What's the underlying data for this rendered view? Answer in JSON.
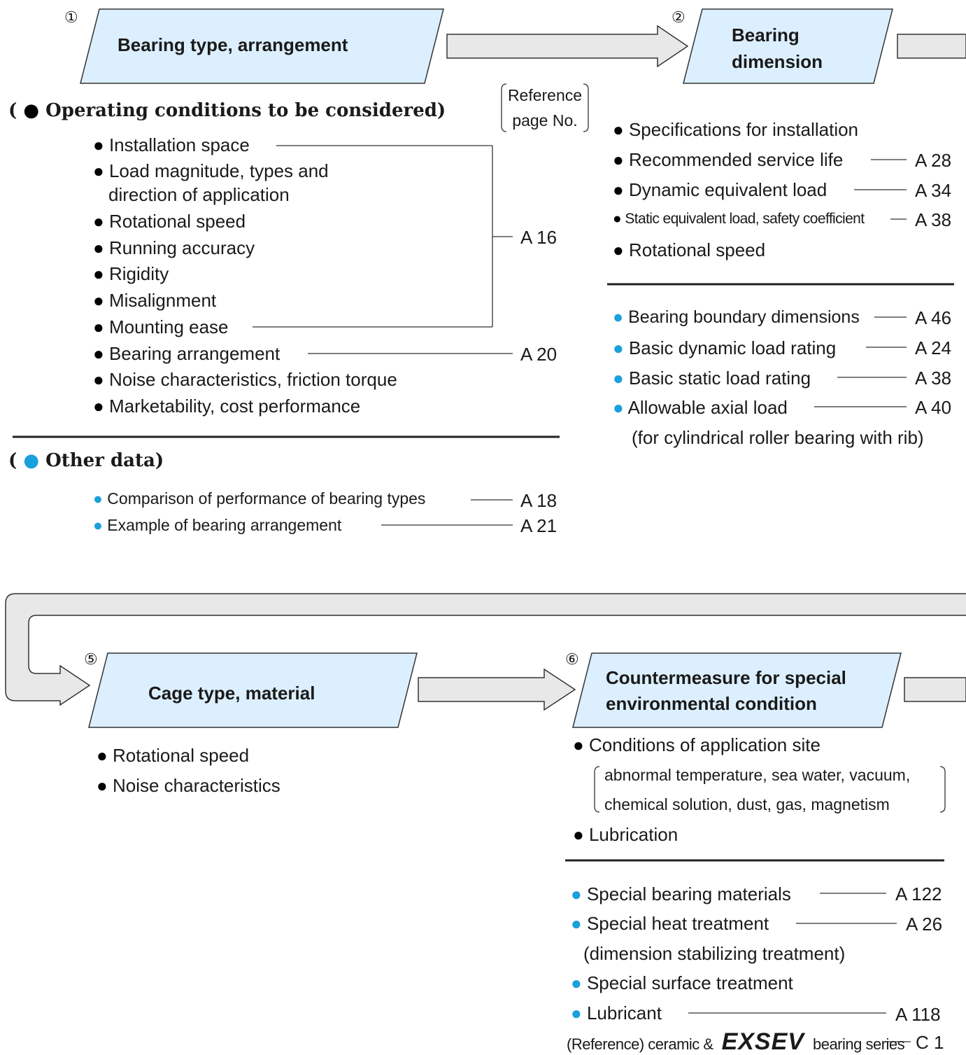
{
  "steps": {
    "s1": {
      "num": "①",
      "title": "Bearing type, arrangement"
    },
    "s2": {
      "num": "②",
      "title_line1": "Bearing",
      "title_line2": "dimension"
    },
    "s5": {
      "num": "⑤",
      "title": "Cage type, material"
    },
    "s6": {
      "num": "⑥",
      "title_line1": "Countermeasure for special",
      "title_line2": "environmental condition"
    }
  },
  "ref_label": {
    "line1": "Reference",
    "line2": "page No."
  },
  "left": {
    "operating_header": "Operating conditions to be considered",
    "operating_items": [
      "Installation space",
      "Load magnitude, types and",
      "direction of application",
      "Rotational speed",
      "Running accuracy",
      "Rigidity",
      "Misalignment",
      "Mounting ease",
      "Bearing arrangement",
      "Noise characteristics, friction torque",
      "Marketability, cost performance"
    ],
    "ref_a16": "A 16",
    "ref_a20": "A 20",
    "other_header": "Other data",
    "other_items": [
      "Comparison of performance of bearing types",
      "Example of bearing arrangement"
    ],
    "other_refs": [
      "A 18",
      "A 21"
    ]
  },
  "right_top": {
    "items": [
      "Specifications for installation",
      "Recommended service life",
      "Dynamic equivalent load",
      "Static equivalent load, safety coefficient",
      "Rotational speed"
    ],
    "refs": [
      "A 28",
      "A 34",
      "A 38"
    ],
    "blue_items": [
      "Bearing boundary dimensions",
      "Basic dynamic load rating",
      "Basic static load rating",
      "Allowable axial load"
    ],
    "blue_refs": [
      "A 46",
      "A 24",
      "A 38",
      "A 40"
    ],
    "note": "(for cylindrical roller bearing with rib)"
  },
  "cage": {
    "items": [
      "Rotational speed",
      "Noise characteristics"
    ]
  },
  "env": {
    "items": [
      "Conditions of application site",
      "Lubrication"
    ],
    "bracket_lines": [
      "abnormal temperature, sea water, vacuum,",
      "chemical solution, dust, gas, magnetism"
    ],
    "blue_items": [
      "Special bearing materials",
      "Special heat treatment",
      "Special surface treatment",
      "Lubricant"
    ],
    "heat_note": "(dimension stabilizing treatment)",
    "refs": [
      "A 122",
      "A 26",
      "A 118"
    ],
    "footer_prefix": "(Reference) ceramic &",
    "footer_brand": "EXSEV",
    "footer_suffix": "bearing series",
    "footer_ref": "C 1"
  },
  "colors": {
    "box_fill": "#dcefff",
    "arrow_fill": "#e8e8e8",
    "blue_dot": "#1aa0dc"
  }
}
